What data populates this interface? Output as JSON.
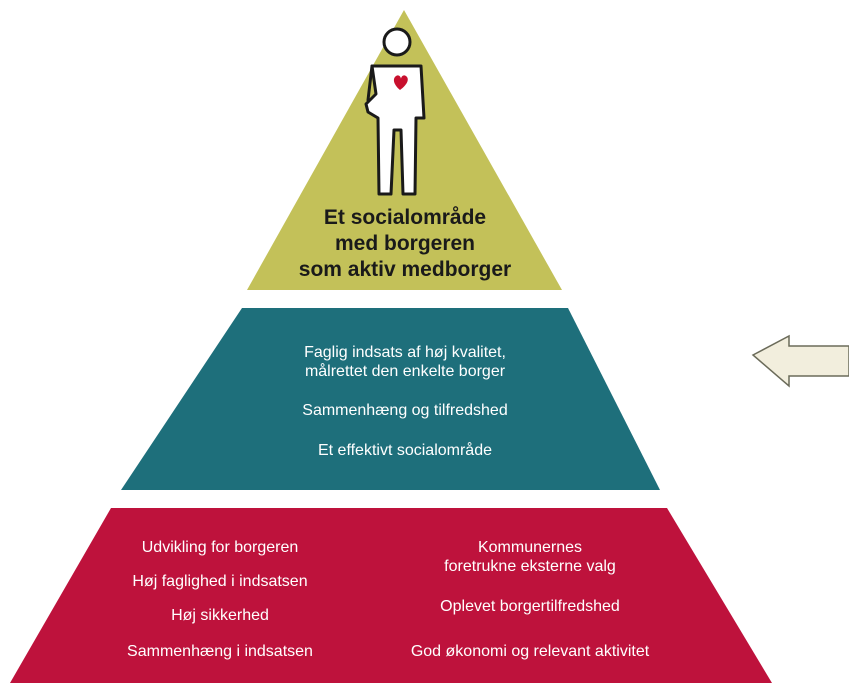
{
  "top_tier": {
    "title_lines": [
      "Et socialområde",
      "med borgeren",
      "som aktiv medborger"
    ],
    "color": "#c3c159"
  },
  "middle_tier": {
    "items": [
      [
        "Faglig indsats af høj kvalitet,",
        "målrettet den enkelte borger"
      ],
      [
        "Sammenhæng og tilfredshed"
      ],
      [
        "Et effektivt socialområde"
      ]
    ],
    "color": "#1e6f7b"
  },
  "bottom_tier": {
    "left_items": [
      "Udvikling for borgeren",
      "Høj faglighed i indsatsen",
      "Høj sikkerhed",
      "Sammenhæng i indsatsen"
    ],
    "right_items": [
      [
        "Kommunernes",
        "foretrukne eksterne valg"
      ],
      [
        "Oplevet borgertilfredshed"
      ],
      [
        "God økonomi og relevant aktivitet"
      ]
    ],
    "color": "#be123c"
  },
  "figure": {
    "heart_color": "#c8102e"
  },
  "arrow": {
    "direction": "left",
    "fill": "#f2eedd",
    "stroke": "#6b6b5a"
  }
}
